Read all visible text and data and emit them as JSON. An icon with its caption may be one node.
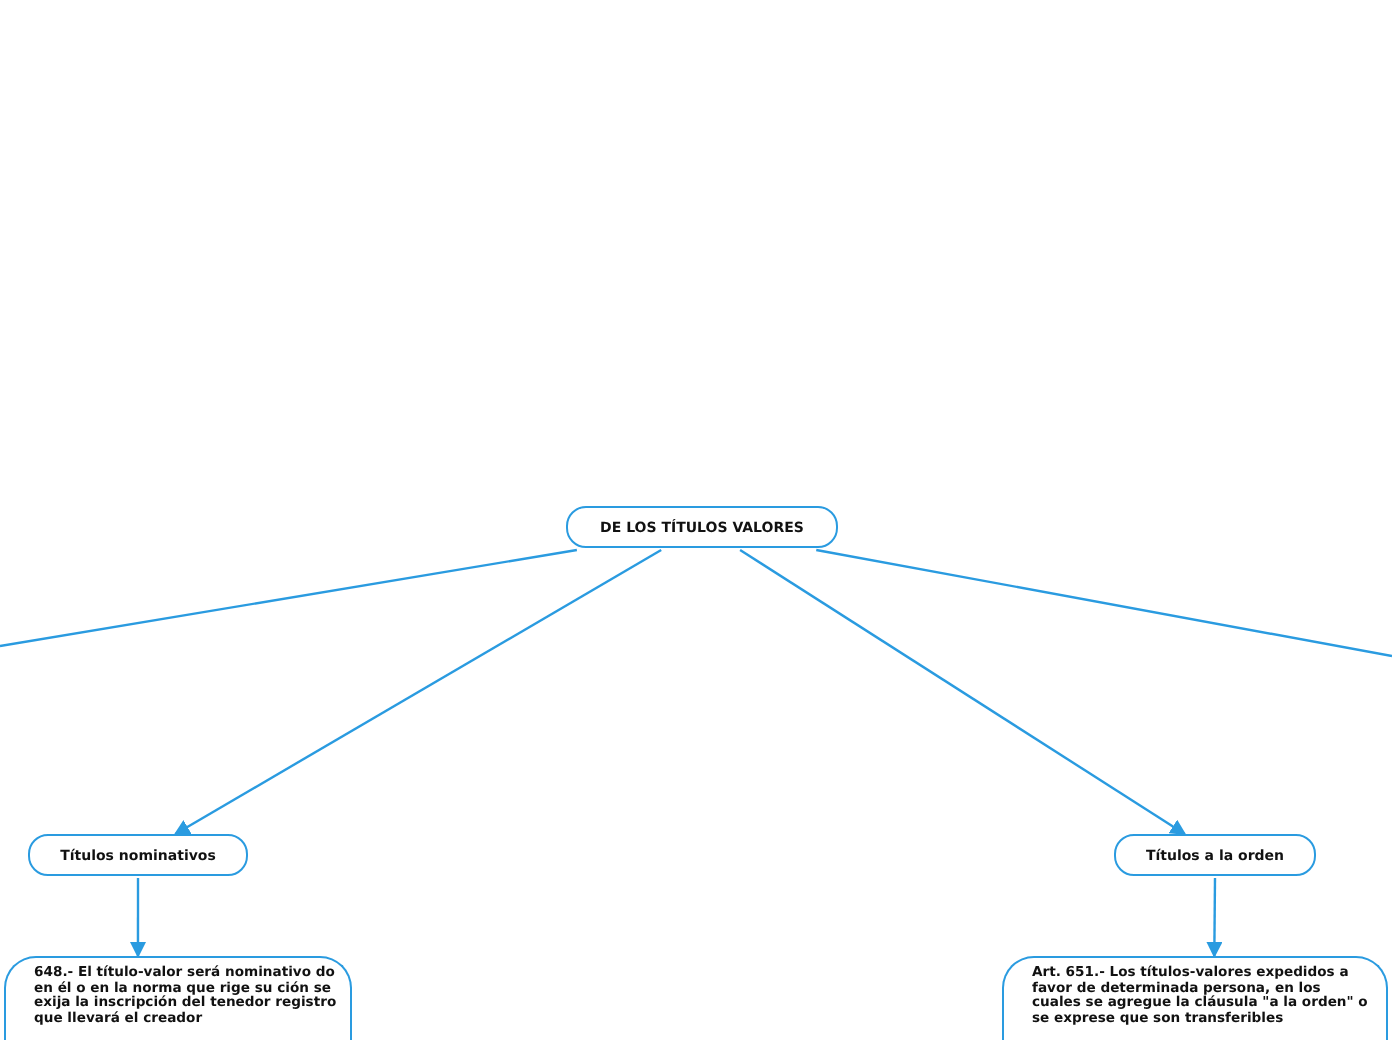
{
  "diagram": {
    "nodes": [
      {
        "text": [
          "DE LOS TÍTULOS VALORES"
        ]
      },
      {
        "text": [
          "Títulos nominativos"
        ]
      },
      {
        "text": [
          "Títulos a la orden"
        ]
      },
      {
        "text": [
          "648.- El título-valor será nominativo do en él o en la norma que rige su ción se exija la inscripción del tenedor registro que llevará el creador"
        ]
      },
      {
        "text": [
          "Art. 651.- Los títulos-valores expedidos a favor de determinada persona, en los cuales se agregue la cláusula \"a la orden\" o se exprese que son transferibles"
        ]
      }
    ],
    "edges": [
      {
        "from": 0,
        "to": null,
        "arrow": "none"
      },
      {
        "from": 0,
        "to": 1,
        "arrow": "to"
      },
      {
        "from": 0,
        "to": 2,
        "arrow": "to"
      },
      {
        "from": 0,
        "to": null,
        "arrow": "none"
      },
      {
        "from": 1,
        "to": 3,
        "arrow": "to"
      },
      {
        "from": 2,
        "to": 4,
        "arrow": "to"
      }
    ]
  }
}
